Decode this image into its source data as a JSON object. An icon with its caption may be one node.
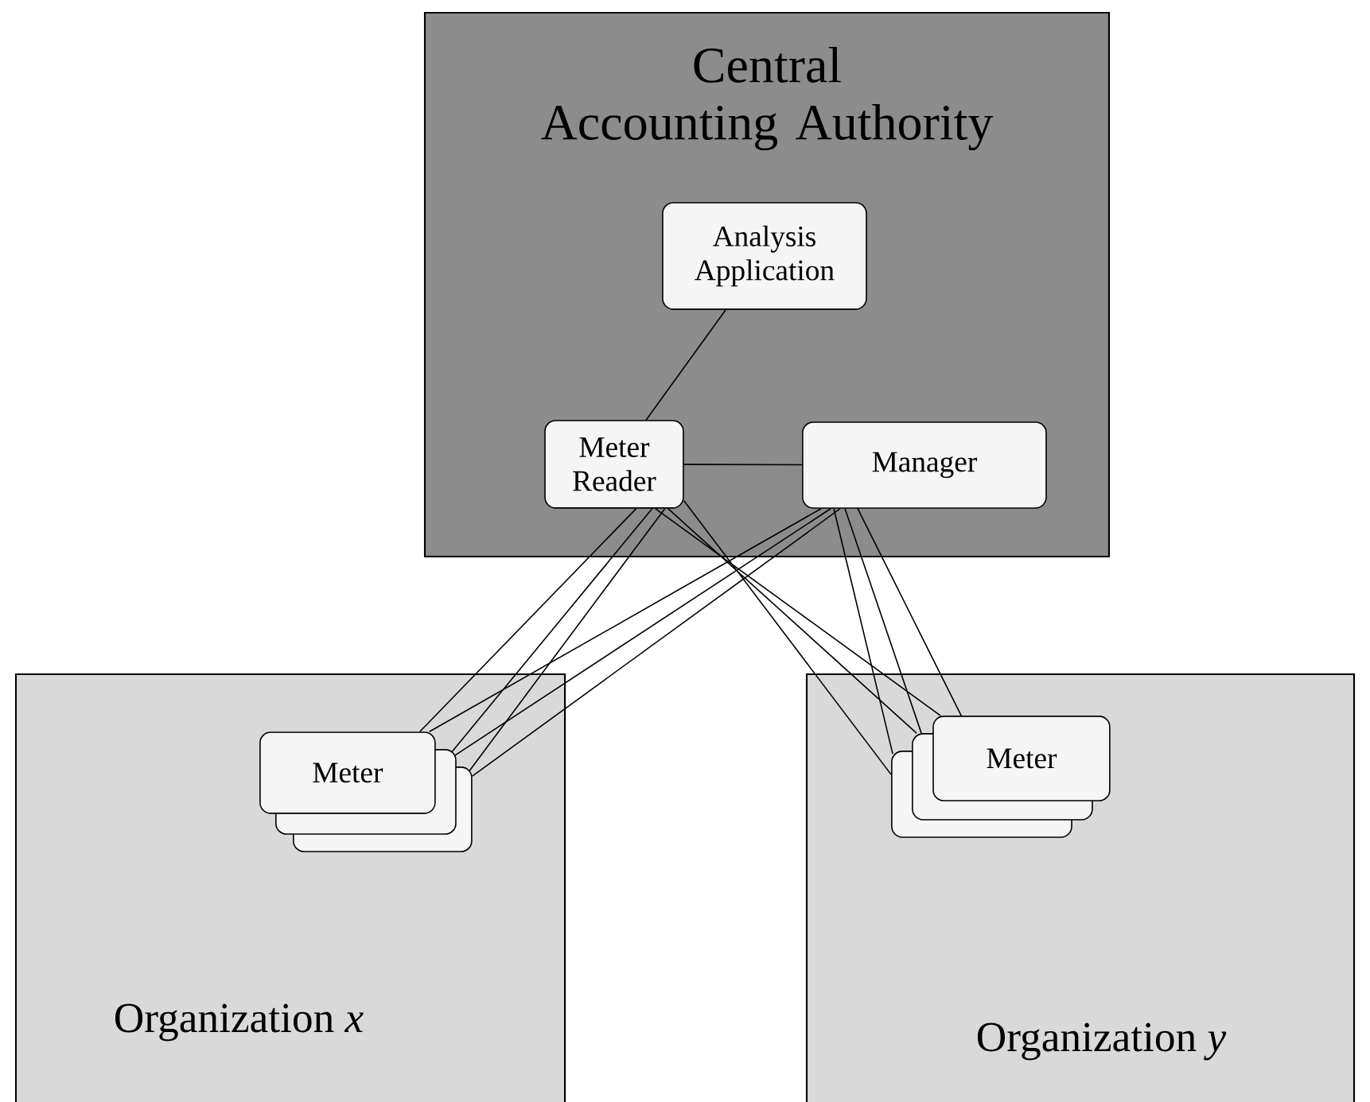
{
  "diagram": {
    "nodes": [
      {
        "text": [
          "Central Accounting Authority"
        ]
      },
      {
        "text": [
          "Analysis Application"
        ],
        "in": 0
      },
      {
        "text": [
          "Meter Reader"
        ],
        "in": 0
      },
      {
        "text": [
          "Manager"
        ],
        "in": 0
      },
      {
        "text": [
          "Organization *x*"
        ]
      },
      {
        "text": [
          "Meter"
        ],
        "in": 4
      },
      {
        "text": [],
        "shape": "box",
        "in": 4
      },
      {
        "text": [],
        "shape": "box",
        "in": 4
      },
      {
        "text": [
          "Organization *y*"
        ]
      },
      {
        "text": [],
        "shape": "box",
        "in": 8
      },
      {
        "text": [],
        "shape": "box",
        "in": 8
      },
      {
        "text": [
          "Meter"
        ],
        "in": 8
      }
    ],
    "edges": [
      {
        "from": 1,
        "to": 2,
        "arrow": "none"
      },
      {
        "from": 2,
        "to": 3,
        "arrow": "none"
      },
      {
        "from": 2,
        "to": 5,
        "arrow": "none"
      },
      {
        "from": 2,
        "to": 6,
        "arrow": "none"
      },
      {
        "from": 2,
        "to": 7,
        "arrow": "none"
      },
      {
        "from": 3,
        "to": 5,
        "arrow": "none"
      },
      {
        "from": 3,
        "to": 6,
        "arrow": "none"
      },
      {
        "from": 3,
        "to": 7,
        "arrow": "none"
      },
      {
        "from": 2,
        "to": 9,
        "arrow": "none"
      },
      {
        "from": 2,
        "to": 10,
        "arrow": "none"
      },
      {
        "from": 2,
        "to": 11,
        "arrow": "none"
      },
      {
        "from": 3,
        "to": 9,
        "arrow": "none"
      },
      {
        "from": 3,
        "to": 10,
        "arrow": "none"
      },
      {
        "from": 3,
        "to": 11,
        "arrow": "none"
      }
    ]
  }
}
